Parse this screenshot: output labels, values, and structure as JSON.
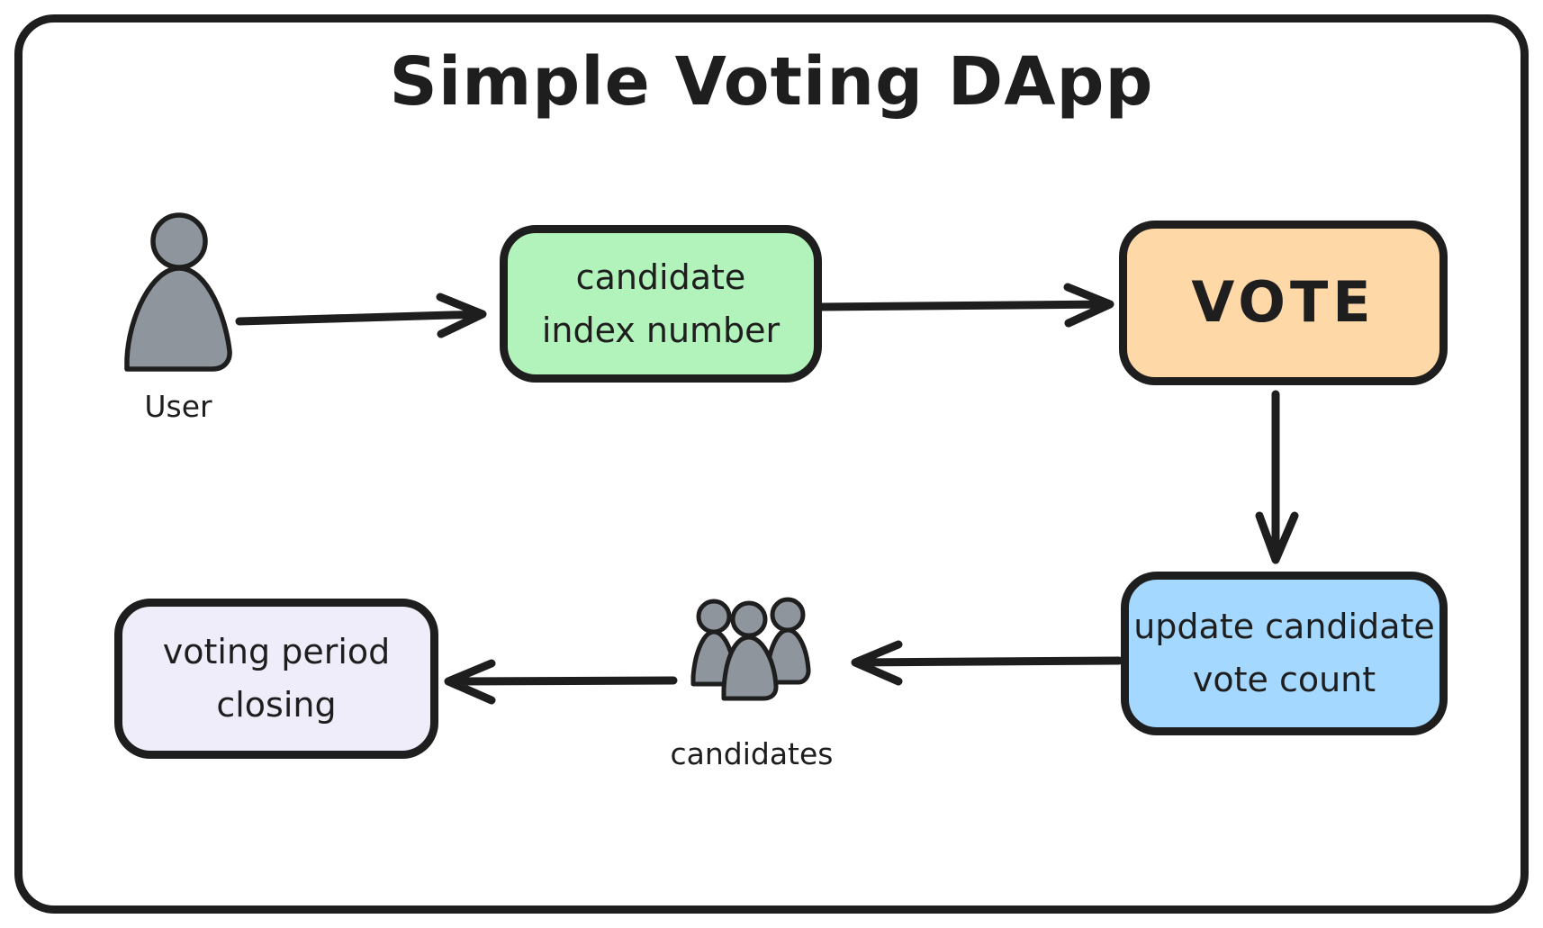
{
  "title": "Simple Voting DApp",
  "colors": {
    "stroke": "#1e1e1e",
    "background": "#ffffff",
    "candidate_index_fill": "#b2f2bb",
    "vote_fill": "#ffd8a8",
    "update_count_fill": "#a5d8ff",
    "voting_period_fill": "#f0edfa",
    "figure_fill": "#8e959d"
  },
  "nodes": {
    "user": {
      "label": "User",
      "icon": "person-icon"
    },
    "candidate_index": {
      "line1": "candidate",
      "line2": "index number"
    },
    "vote": {
      "label": "VOTE"
    },
    "update_count": {
      "line1": "update candidate",
      "line2": "vote count"
    },
    "candidates": {
      "label": "candidates",
      "icon": "people-group-icon"
    },
    "voting_period": {
      "line1": "voting period",
      "line2": "closing"
    }
  },
  "edges": [
    {
      "from": "user",
      "to": "candidate_index"
    },
    {
      "from": "candidate_index",
      "to": "vote"
    },
    {
      "from": "vote",
      "to": "update_count"
    },
    {
      "from": "update_count",
      "to": "candidates"
    },
    {
      "from": "candidates",
      "to": "voting_period"
    }
  ]
}
